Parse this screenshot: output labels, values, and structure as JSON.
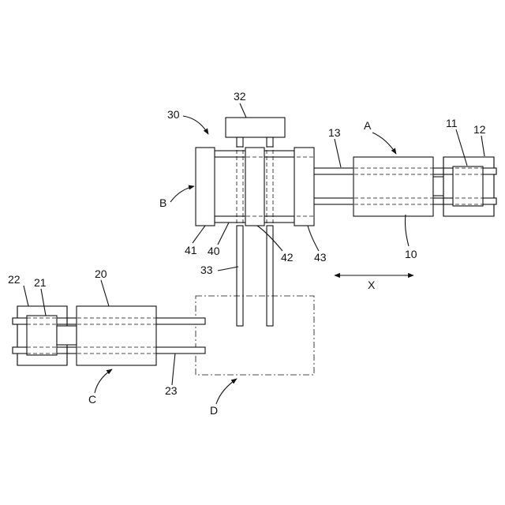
{
  "labels": {
    "l30": "30",
    "l32": "32",
    "lB": "B",
    "l13": "13",
    "lA": "A",
    "l11": "11",
    "l12": "12",
    "l41": "41",
    "l40": "40",
    "l42": "42",
    "l43": "43",
    "l10": "10",
    "l33": "33",
    "lX": "X",
    "l22": "22",
    "l21": "21",
    "l20": "20",
    "lC": "C",
    "l23": "23",
    "lD": "D"
  }
}
